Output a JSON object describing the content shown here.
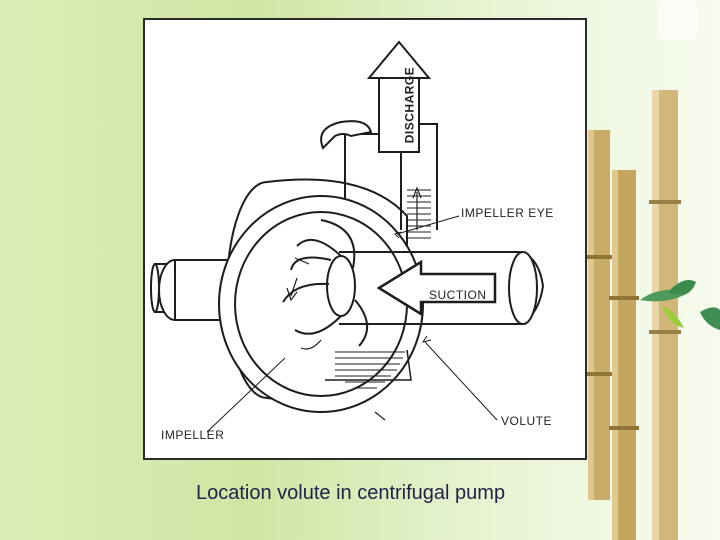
{
  "diagram": {
    "labels": {
      "discharge": "DISCHARGE",
      "impeller_eye": "IMPELLER EYE",
      "suction": "SUCTION",
      "volute": "VOLUTE",
      "impeller": "IMPELLER"
    }
  },
  "caption": "Location volute in centrifugal pump",
  "colors": {
    "background": "#d6ebb0",
    "bamboo": "#c8a964",
    "leaf": "#4e9a5a",
    "caption": "#22224a"
  }
}
